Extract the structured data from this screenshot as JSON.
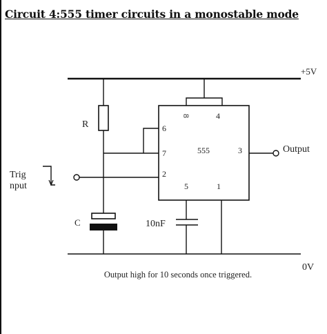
{
  "title": "Circuit 4:555 timer circuits in a monostable mode",
  "labels": {
    "supply": "+5V",
    "ground": "0V",
    "output": "Output",
    "resistor": "R",
    "capacitor": "C",
    "cap_10nf": "10nF",
    "trig_line1": "Trig",
    "trig_line2": "nput"
  },
  "chip": {
    "name": "555",
    "pins": {
      "p1": "1",
      "p2": "2",
      "p3": "3",
      "p4": "4",
      "p5": "5",
      "p6": "6",
      "p7": "7",
      "p8": "8"
    }
  },
  "caption": "Output high for 10 seconds once triggered."
}
